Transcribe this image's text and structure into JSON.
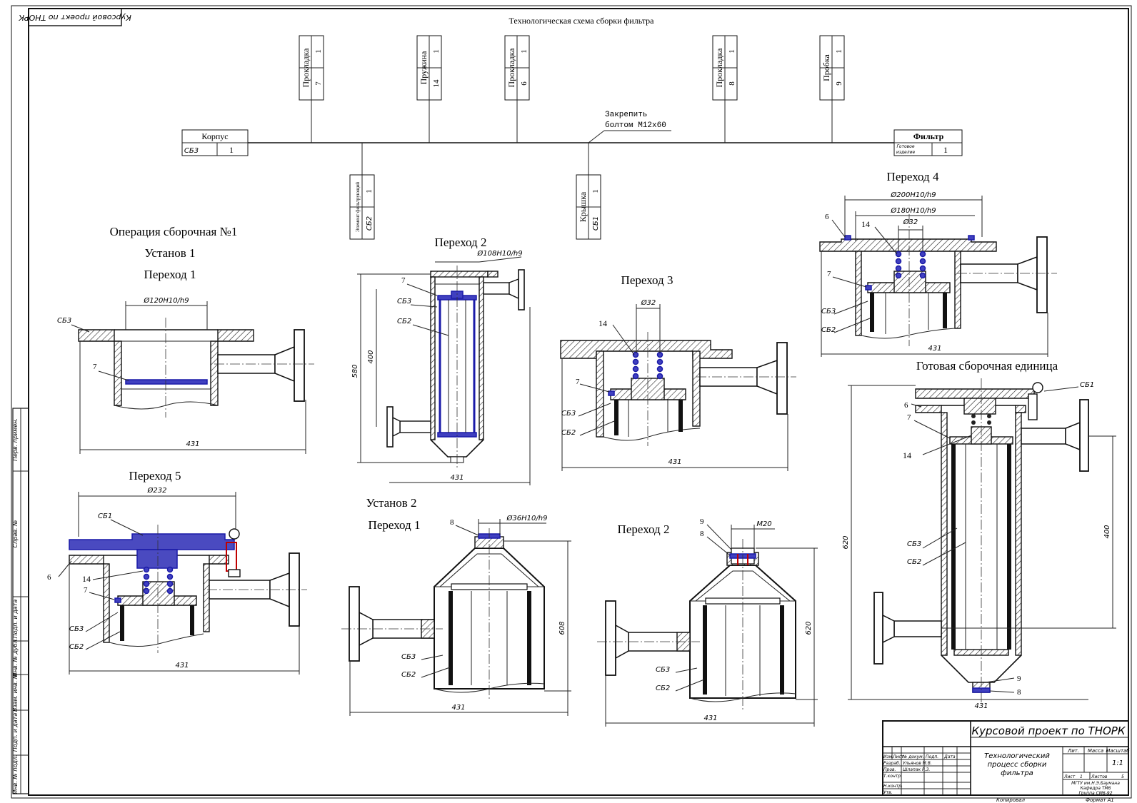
{
  "scheme": {
    "title": "Технологическая схема сборки фильтра",
    "stamp_mirrored": "Курсовой проект по ТНОРК",
    "fasten_note_line1": "Закрепить",
    "fasten_note_line2": "болтом М12х60",
    "base": {
      "name": "Корпус",
      "code": "СБ3",
      "qty": "1"
    },
    "result": {
      "name": "Фильтр",
      "code_line1": "Готовое",
      "code_line2": "изделие",
      "qty": "1"
    },
    "top_parts": [
      {
        "name": "Прокладка",
        "pos": "7",
        "qty": "1"
      },
      {
        "name": "Пружина",
        "pos": "14",
        "qty": "1"
      },
      {
        "name": "Прокладка",
        "pos": "6",
        "qty": "1"
      },
      {
        "name": "Прокладка",
        "pos": "8",
        "qty": "1"
      },
      {
        "name": "Пробка",
        "pos": "9",
        "qty": "1"
      }
    ],
    "bottom_parts": [
      {
        "name": "Элемент фильтрующий",
        "code": "СБ2",
        "qty": "1"
      },
      {
        "name": "Крышка",
        "code": "СБ1",
        "qty": "1"
      }
    ]
  },
  "headings": {
    "operation": "Операция сборочная №1",
    "setup1": "Установ 1",
    "transition1": "Переход 1",
    "transition2": "Переход 2",
    "transition3": "Переход 3",
    "transition4": "Переход 4",
    "transition5": "Переход 5",
    "setup2": "Установ 2",
    "s2_transition1": "Переход 1",
    "s2_transition2": "Переход 2",
    "finished": "Готовая сборочная единица"
  },
  "dimensions": {
    "d120": "Ø120H10/h9",
    "d108": "Ø108H10/h9",
    "d32": "Ø32",
    "d200": "Ø200H10/h9",
    "d180": "Ø180H10/h9",
    "d232": "Ø232",
    "d36": "Ø36H10/h9",
    "m20": "M20",
    "len431": "431",
    "len580": "580",
    "len400": "400",
    "len608": "608",
    "len620": "620"
  },
  "labels": {
    "sb1": "СБ1",
    "sb2": "СБ2",
    "sb3": "СБ3",
    "p6": "6",
    "p7": "7",
    "p8": "8",
    "p9": "9",
    "p14": "14"
  },
  "side_stamp": [
    "Перв. примен.",
    "Справ. №",
    "Подп. и дата",
    "Инв. № дубл.",
    "Взам. инв. №",
    "Подп. и дата",
    "Инв. № подл."
  ],
  "title_block": {
    "project": "Курсовой проект по ТНОРК",
    "doc_title_line1": "Технологический",
    "doc_title_line2": "процесс сборки",
    "doc_title_line3": "фильтра",
    "col_lit": "Лит.",
    "col_mass": "Масса",
    "col_scale": "Масштаб",
    "scale": "1:1",
    "sheet_label": "Лист",
    "sheet_no": "1",
    "sheets_label": "Листов",
    "sheets": "5",
    "head_izm": "Изм.",
    "head_list": "Лист",
    "head_doc": "№ докум.",
    "head_sign": "Подп.",
    "head_date": "Дата",
    "row_dev": "Разраб.",
    "dev_name": "Ульянов М.В.",
    "row_check": "Пров.",
    "check_name": "Шлапак Р.З.",
    "row_tcontr": "Т.контр.",
    "row_ncontr": "Н.контр.",
    "row_appr": "Утв.",
    "org_line1": "МГТУ им.Н.Э.Баумана",
    "org_line2": "Кафедра ТМ6",
    "org_line3": "Группа СМ6-92",
    "copied": "Копировал",
    "format": "Формат А1"
  }
}
